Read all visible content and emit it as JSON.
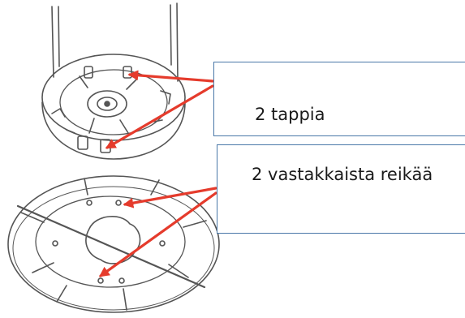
{
  "callouts": [
    {
      "label": "2 tappia"
    },
    {
      "label": "2 vastakkaista reikää"
    }
  ],
  "colors": {
    "arrow": "#e53b2c",
    "callout_border": "#4a78a8",
    "line_art": "#555555"
  },
  "icons": [
    "mounting-base-line-art",
    "mounting-plate-line-art",
    "arrow"
  ]
}
